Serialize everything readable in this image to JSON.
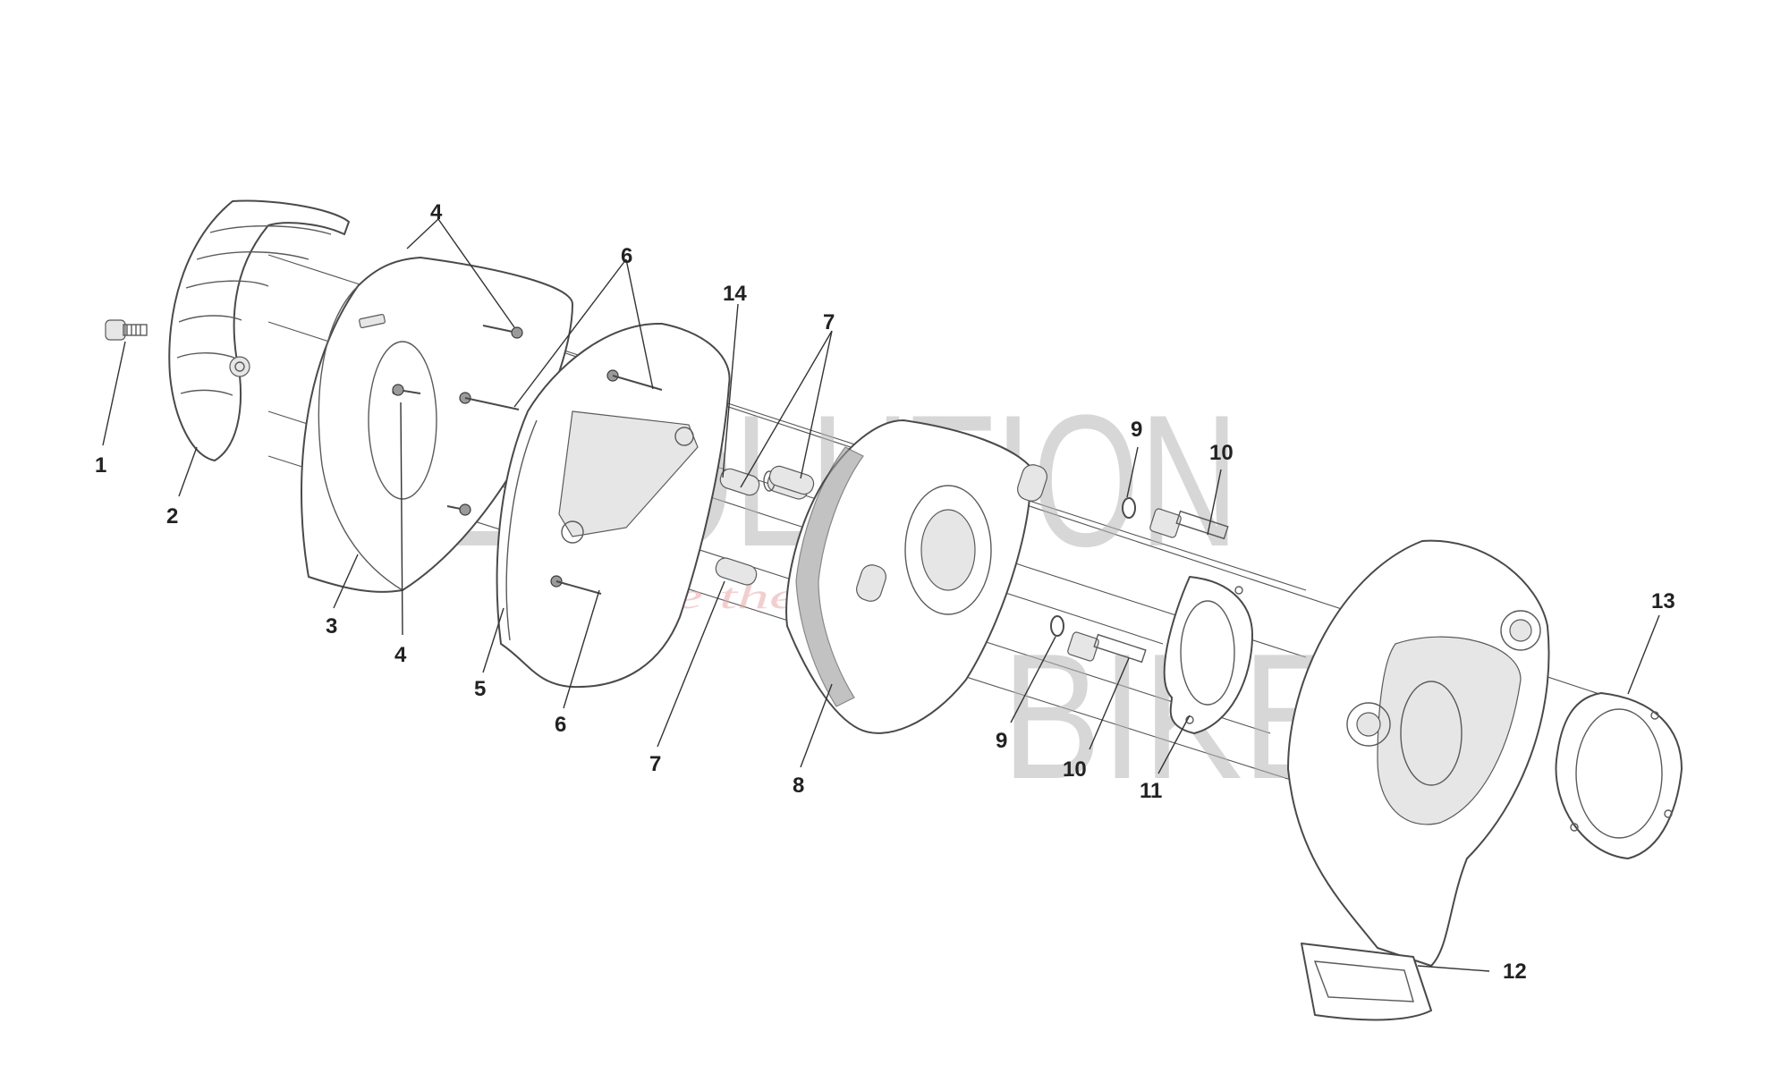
{
  "diagram": {
    "callouts": [
      {
        "id": "1",
        "text": "1"
      },
      {
        "id": "2",
        "text": "2"
      },
      {
        "id": "3",
        "text": "3"
      },
      {
        "id": "4a",
        "text": "4"
      },
      {
        "id": "4b",
        "text": "4"
      },
      {
        "id": "5",
        "text": "5"
      },
      {
        "id": "6a",
        "text": "6"
      },
      {
        "id": "6b",
        "text": "6"
      },
      {
        "id": "7a",
        "text": "7"
      },
      {
        "id": "7b",
        "text": "7"
      },
      {
        "id": "8",
        "text": "8"
      },
      {
        "id": "9a",
        "text": "9"
      },
      {
        "id": "9b",
        "text": "9"
      },
      {
        "id": "10a",
        "text": "10"
      },
      {
        "id": "10b",
        "text": "10"
      },
      {
        "id": "11",
        "text": "11"
      },
      {
        "id": "12",
        "text": "12"
      },
      {
        "id": "13",
        "text": "13"
      },
      {
        "id": "14",
        "text": "14"
      }
    ],
    "watermark": {
      "line1": "EVOLUTION",
      "line2": "BIKE",
      "tagline": "ride the power"
    }
  }
}
